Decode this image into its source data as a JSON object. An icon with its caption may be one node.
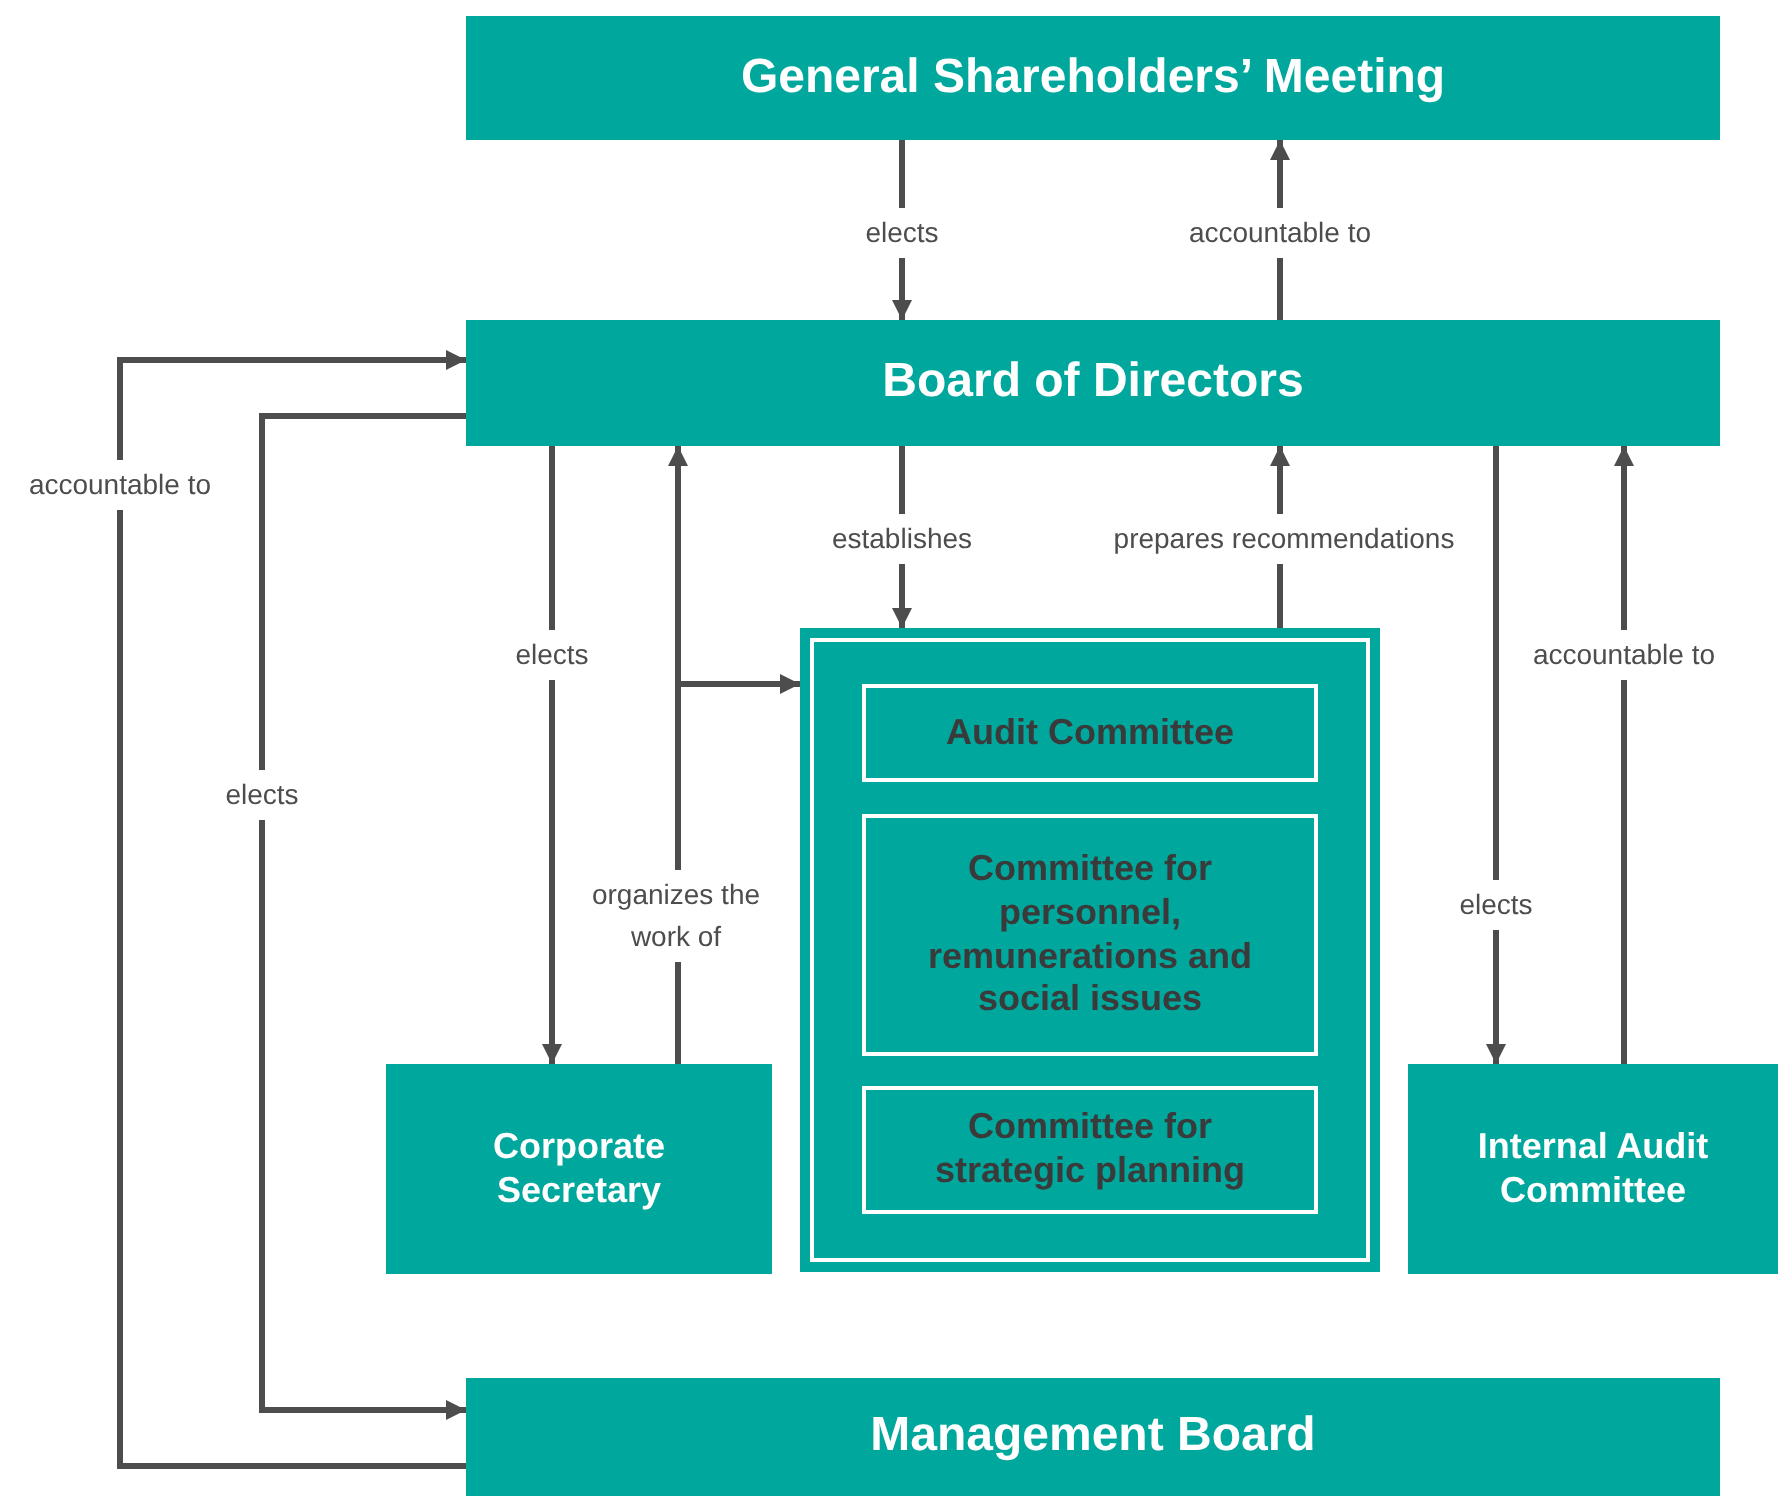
{
  "diagram": {
    "nodes": [
      {
        "text": [
          "General Shareholders’ Meeting"
        ]
      },
      {
        "text": [
          "Board of Directors"
        ]
      },
      {
        "text": [],
        "shape": "box"
      },
      {
        "text": [
          "Audit Committee"
        ],
        "in": 2
      },
      {
        "text": [
          "Committee for personnel, remunerations and social issues"
        ],
        "in": 2
      },
      {
        "text": [
          "Committee for strategic planning"
        ],
        "in": 2
      },
      {
        "text": [
          "Corporate Secretary"
        ]
      },
      {
        "text": [
          "Internal Audit Committee"
        ]
      },
      {
        "text": [
          "Management Board"
        ]
      }
    ],
    "edges": [
      {
        "from": 0,
        "to": 1,
        "arrow": "to",
        "label": "elects"
      },
      {
        "from": 1,
        "to": 0,
        "arrow": "to",
        "label": "accountable to"
      },
      {
        "from": 1,
        "to": 2,
        "arrow": "to",
        "label": "establishes"
      },
      {
        "from": 2,
        "to": 1,
        "arrow": "to",
        "label": "prepares recommendations"
      },
      {
        "from": 1,
        "to": 6,
        "arrow": "to",
        "label": "elects"
      },
      {
        "from": 6,
        "to": 1,
        "arrow": "to",
        "label": "organizes the work of"
      },
      {
        "from": 6,
        "to": 2,
        "arrow": "to"
      },
      {
        "from": 1,
        "to": 7,
        "arrow": "to",
        "label": "elects"
      },
      {
        "from": 7,
        "to": 1,
        "arrow": "to",
        "label": "accountable to"
      },
      {
        "from": 8,
        "to": 1,
        "arrow": "to",
        "label": "accountable to"
      },
      {
        "from": 1,
        "to": 8,
        "arrow": "to",
        "label": "elects"
      }
    ]
  }
}
